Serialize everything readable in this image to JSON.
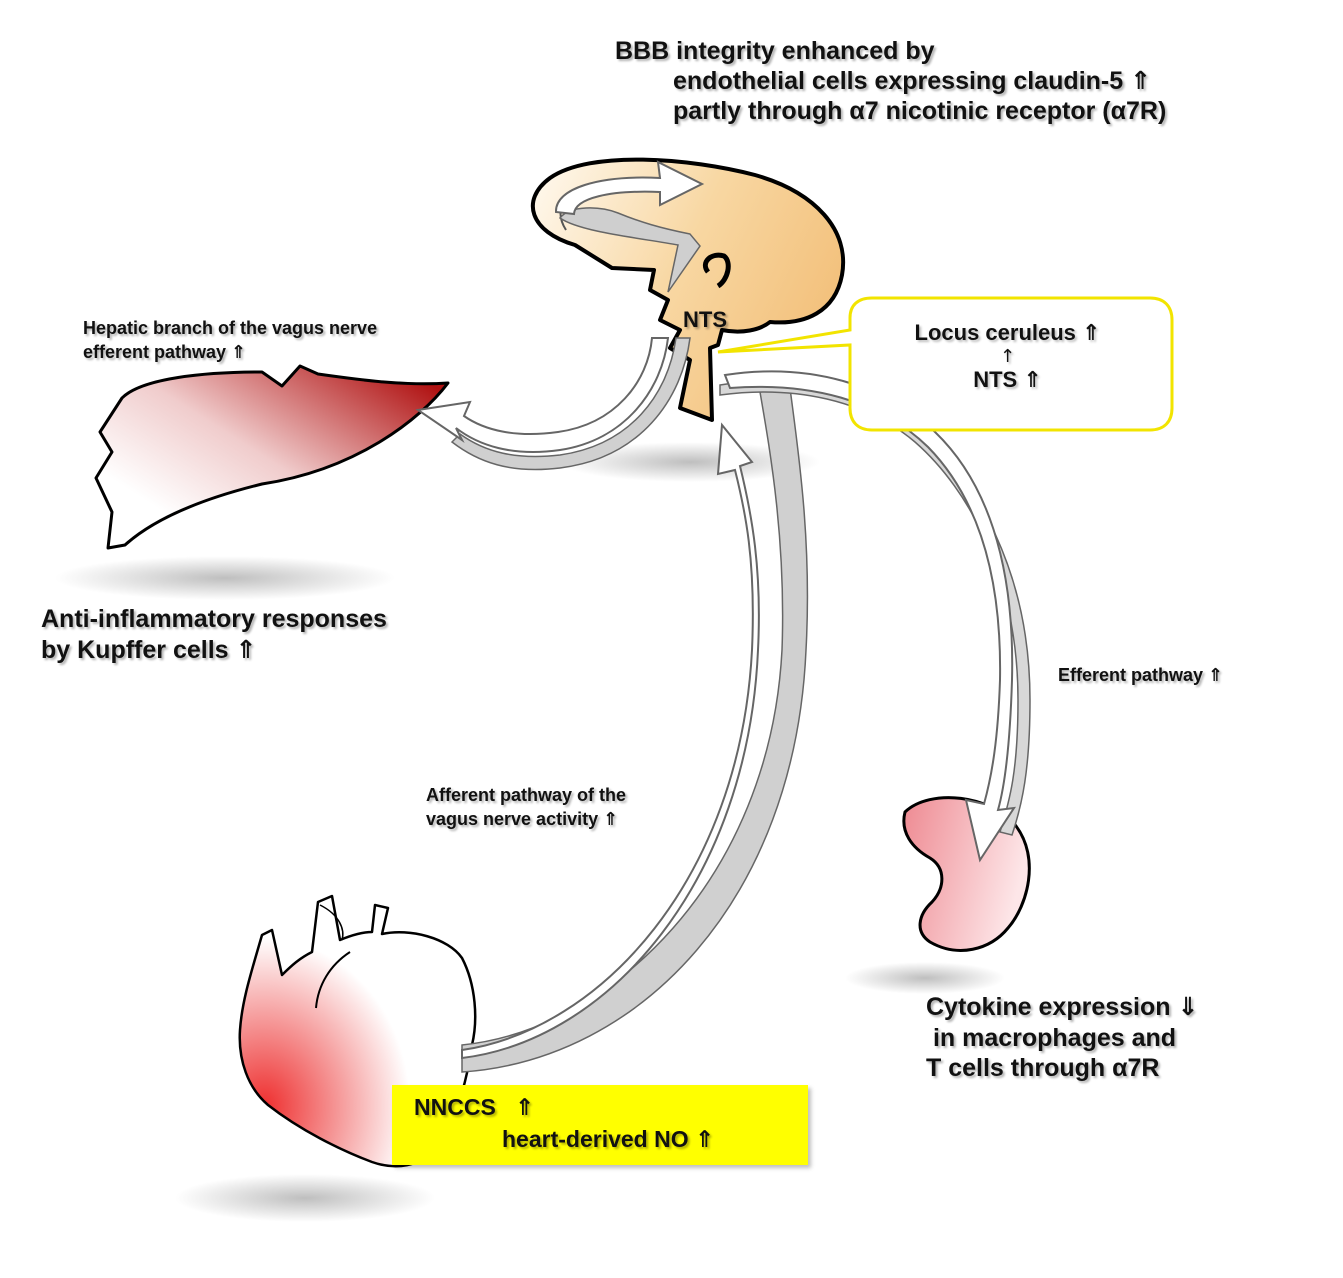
{
  "labels": {
    "bbb": {
      "line1": "BBB integrity enhanced by",
      "line2": "endothelial cells expressing claudin-5 ⇑",
      "line3": "partly through α7 nicotinic receptor (α7R)"
    },
    "nts_brain": "NTS",
    "locus_box": {
      "line1": "Locus ceruleus ⇑",
      "arrow": "↑",
      "line2": "NTS ⇑"
    },
    "hepatic": {
      "line1": "Hepatic branch of the vagus nerve",
      "line2": "efferent pathway ⇑"
    },
    "anti": {
      "line1": "Anti-inflammatory responses",
      "line2": "by Kupffer cells ⇑"
    },
    "efferent": "Efferent pathway ⇑",
    "afferent": {
      "line1": "Afferent pathway of the",
      "line2": "vagus nerve activity ⇑"
    },
    "cytokine": {
      "line1": "Cytokine expression ⇓",
      "line2": " in macrophages and",
      "line3": "T cells through α7R"
    },
    "nnccs_box": {
      "line1": "NNCCS   ⇑",
      "line2": "heart-derived NO ⇑"
    }
  },
  "colors": {
    "brain": "#f6c98a",
    "liver_dark": "#b41616",
    "spleen": "#ee8a94",
    "heart": "#ee3838",
    "callout_border": "#f2e400",
    "highlight": "#ffff00",
    "pathway_gray": "#cfcfcf"
  }
}
